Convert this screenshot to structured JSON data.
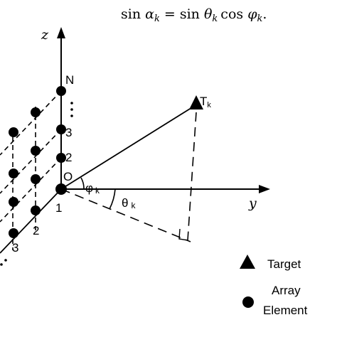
{
  "equation": {
    "lhs_fn": "sin",
    "lhs_var": "α",
    "lhs_sub": "k",
    "eq": "=",
    "rhs_fn1": "sin",
    "rhs_var1": "θ",
    "rhs_sub1": "k",
    "rhs_fn2": "cos",
    "rhs_var2": "φ",
    "rhs_sub2": "k",
    "end": "."
  },
  "axes": {
    "z": "z",
    "y": "y",
    "origin": "O"
  },
  "z_labels": {
    "one": "1",
    "two": "2",
    "three": "3",
    "n": "N"
  },
  "x_labels": {
    "two": "2",
    "three": "3"
  },
  "angles": {
    "phi": "φ",
    "phi_sub": "k",
    "theta": "θ",
    "theta_sub": "k"
  },
  "target": {
    "label": "T",
    "label_sub": "k"
  },
  "legend": {
    "target": "Target",
    "array_line1": "Array",
    "array_line2": "Element"
  }
}
